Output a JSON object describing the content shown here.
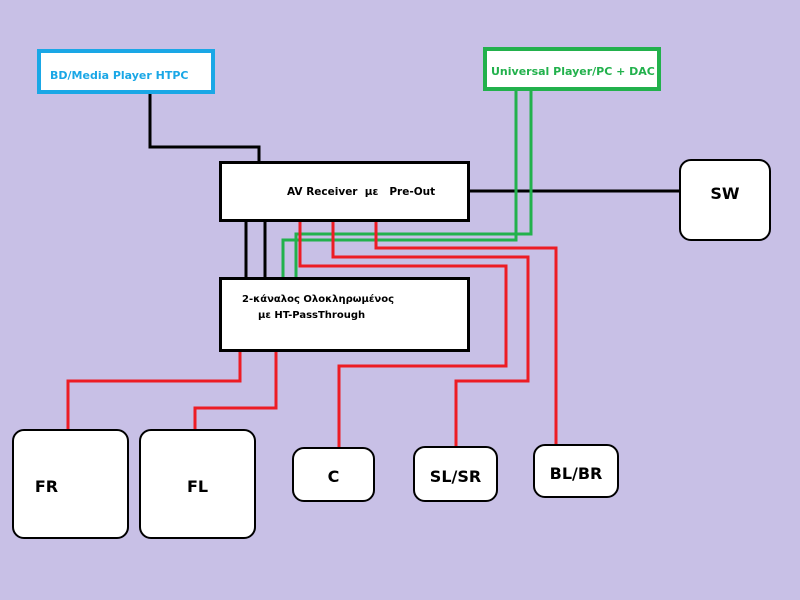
{
  "sources": {
    "bd_player": "BD/Media Player HTPC",
    "universal_player": "Universal Player/PC + DAC"
  },
  "receiver": {
    "label": "AV Receiver  με   Pre-Out"
  },
  "integrated": {
    "line1": "2-κάναλος Ολοκληρωμένος",
    "line2": "με HT-PassThrough"
  },
  "speakers": {
    "sw": "SW",
    "fr": "FR",
    "fl": "FL",
    "c": "C",
    "slsr": "SL/SR",
    "blbr": "BL/BR"
  },
  "colors": {
    "bd_border": "#1aa7e6",
    "universal_border": "#22b14c",
    "speaker_wire": "#ed1c24",
    "analog_wire": "#22b14c",
    "signal_wire": "#000000",
    "background": "#c8c0e6"
  }
}
